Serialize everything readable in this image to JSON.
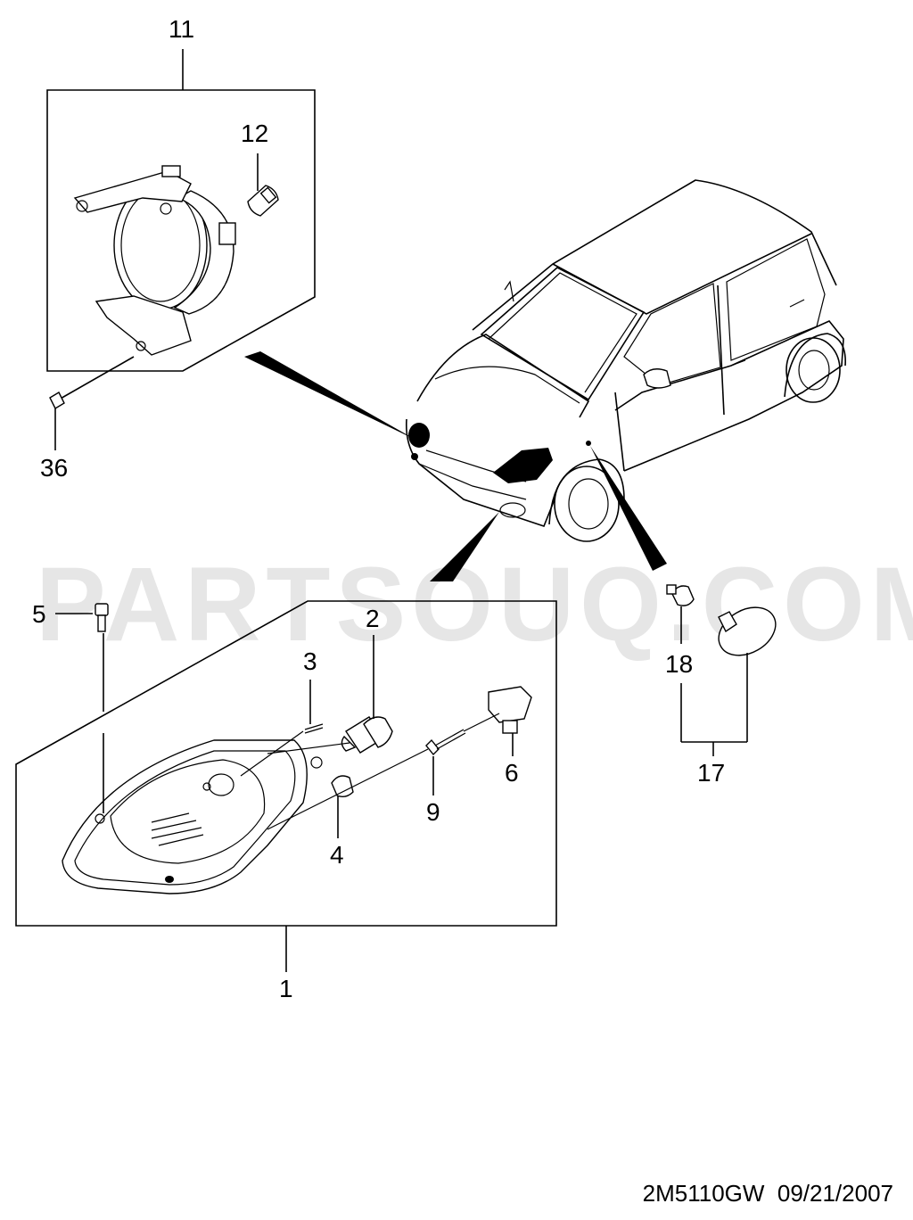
{
  "watermark": "PARTSOUQ.COM",
  "labels": {
    "l11": "11",
    "l12": "12",
    "l36": "36",
    "l5": "5",
    "l2": "2",
    "l3": "3",
    "l6": "6",
    "l9": "9",
    "l4": "4",
    "l1": "1",
    "l18": "18",
    "l17": "17"
  },
  "footer": {
    "code": "2M5110GW  09/21/2007"
  }
}
